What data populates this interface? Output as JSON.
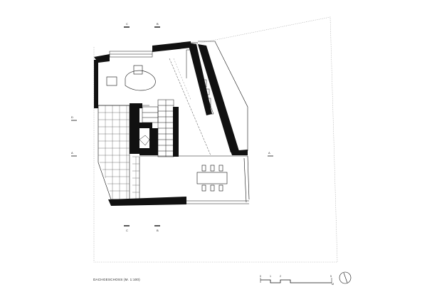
{
  "drawing": {
    "title": "DACHGESCHOSS (M. 1:100)",
    "section_marks": {
      "top_left": "C",
      "top_right": "B",
      "bottom_left": "C",
      "bottom_right": "B",
      "left_upper": "D",
      "left_lower": "A",
      "right": "A"
    },
    "scale_bar": {
      "ticks": [
        "0",
        "1",
        "2",
        "5"
      ],
      "unit": "M"
    },
    "north_arrow_icon": "north-arrow-icon"
  }
}
